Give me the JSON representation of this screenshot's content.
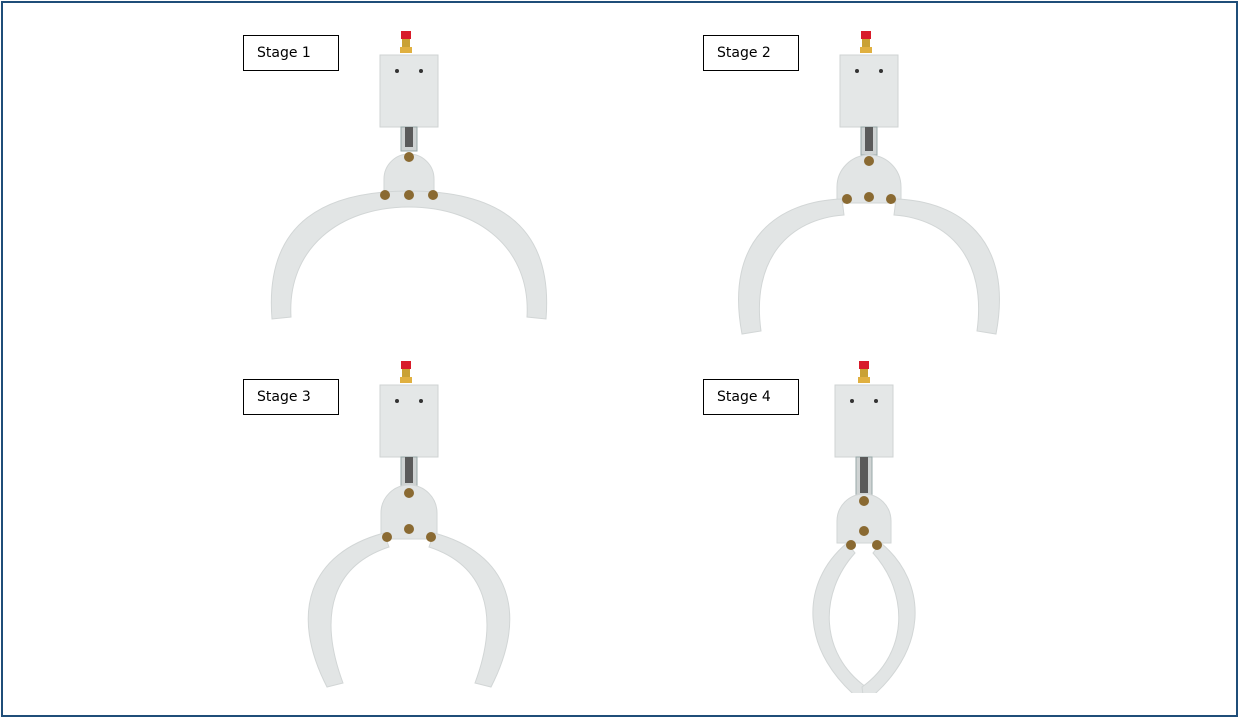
{
  "stages": [
    {
      "label": "Stage 1",
      "arm_state": "fully open"
    },
    {
      "label": "Stage 2",
      "arm_state": "open"
    },
    {
      "label": "Stage 3",
      "arm_state": "half closed"
    },
    {
      "label": "Stage 4",
      "arm_state": "closed"
    }
  ],
  "colors": {
    "frame_border": "#1f4e79",
    "body": "#e4e7e7",
    "arm": "#e2e5e5",
    "fitting_red": "#d81c2a",
    "fitting_brass": "#c9a134",
    "pin": "#8a6a32",
    "rod": "#5a5a5a"
  },
  "icons": [
    "pneumatic-fitting-icon",
    "cylinder-body-icon",
    "pin-icon",
    "gripper-arm-icon"
  ]
}
